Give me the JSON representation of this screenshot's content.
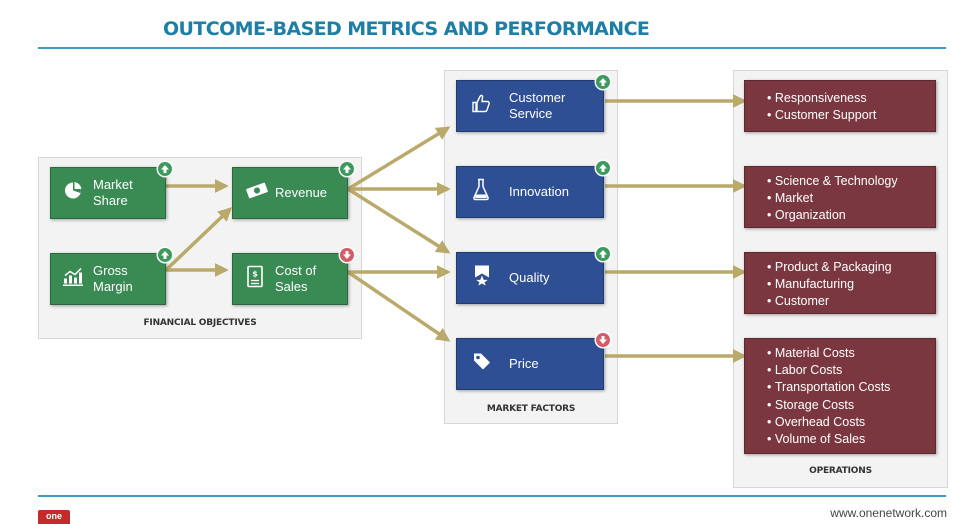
{
  "title": "OUTCOME-BASED METRICS AND PERFORMANCE",
  "colors": {
    "financial": "#3a8a54",
    "market": "#2e4f93",
    "operations": "#7a3740",
    "arrow": "#b9a96b",
    "accent": "#1d7ea6"
  },
  "panels": {
    "financial": "FINANCIAL OBJECTIVES",
    "market": "MARKET FACTORS",
    "operations": "OPERATIONS"
  },
  "financial": {
    "market_share": {
      "label": "Market\nShare",
      "icon": "pie-chart-icon",
      "trend": "up"
    },
    "gross_margin": {
      "label": "Gross\nMargin",
      "icon": "bar-chart-icon",
      "trend": "up"
    },
    "revenue": {
      "label": "Revenue",
      "icon": "money-icon",
      "trend": "up"
    },
    "cost_of_sales": {
      "label": "Cost of\nSales",
      "icon": "receipt-icon",
      "trend": "down"
    }
  },
  "market": {
    "customer_service": {
      "label": "Customer\nService",
      "icon": "thumbs-up-icon",
      "trend": "up"
    },
    "innovation": {
      "label": "Innovation",
      "icon": "flask-icon",
      "trend": "up"
    },
    "quality": {
      "label": "Quality",
      "icon": "award-ribbon-icon",
      "trend": "up"
    },
    "price": {
      "label": "Price",
      "icon": "price-tag-icon",
      "trend": "down"
    }
  },
  "operations": {
    "ops1": [
      "Responsiveness",
      "Customer Support"
    ],
    "ops2": [
      "Science & Technology",
      "Market",
      "Organization"
    ],
    "ops3": [
      "Product & Packaging",
      "Manufacturing",
      "Customer"
    ],
    "ops4": [
      "Material Costs",
      "Labor Costs",
      "Transportation Costs",
      "Storage Costs",
      "Overhead Costs",
      "Volume of Sales"
    ]
  },
  "footer": {
    "url": "www.onenetwork.com",
    "logo": "one"
  }
}
